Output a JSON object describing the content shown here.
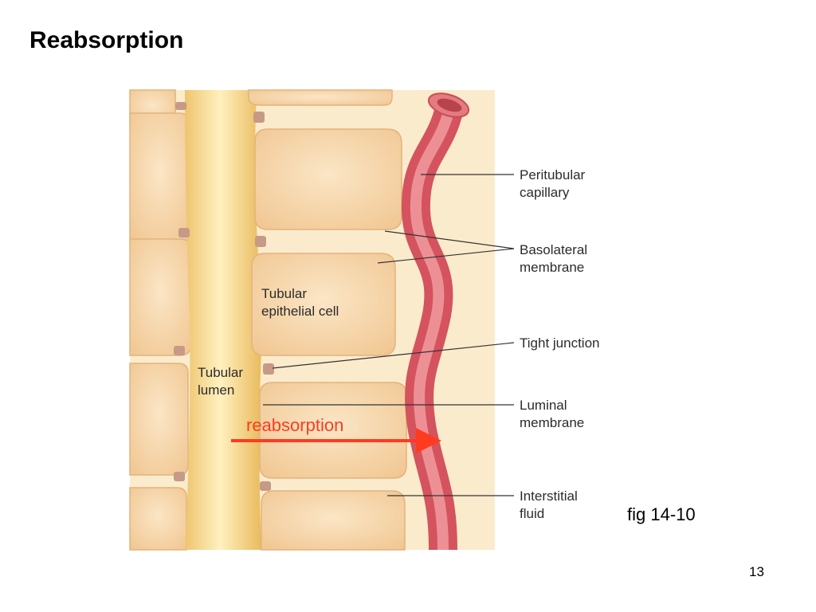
{
  "slide": {
    "title": "Reabsorption",
    "figure_ref": "fig 14-10",
    "page_number": "13"
  },
  "diagram": {
    "inner_labels": {
      "cell": [
        "Tubular",
        "epithelial cell"
      ],
      "lumen": [
        "Tubular",
        "lumen"
      ]
    },
    "callouts": {
      "peritubular": [
        "Peritubular",
        "capillary"
      ],
      "basolateral": [
        "Basolateral",
        "membrane"
      ],
      "tight_junction": [
        "Tight junction"
      ],
      "luminal": [
        "Luminal",
        "membrane"
      ],
      "interstitial": [
        "Interstitial",
        "fluid"
      ]
    },
    "arrow_label": "reabsorption",
    "colors": {
      "background": "#fbebcd",
      "cell_fill": "#f4d1a3",
      "lumen": "#f3c25c",
      "capillary": "#e8787e",
      "arrow": "#ff3b1f",
      "junction": "#c69a86"
    }
  }
}
